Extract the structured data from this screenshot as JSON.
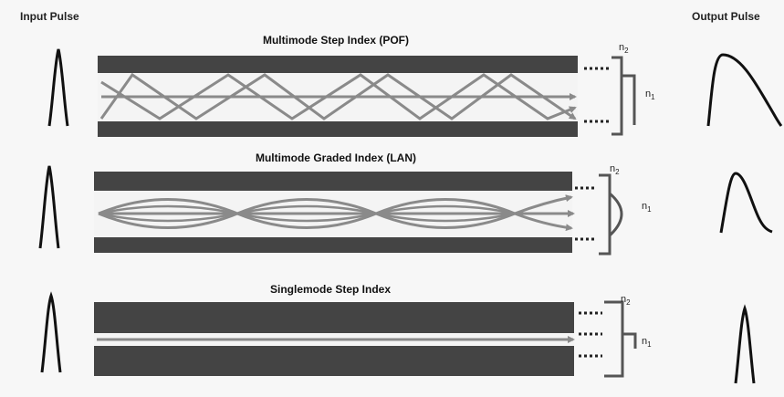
{
  "header": {
    "input_pulse": "Input Pulse",
    "output_pulse": "Output Pulse"
  },
  "panels": [
    {
      "title": "Multimode Step Index (POF)",
      "n2": "n",
      "n2_sub": "2",
      "n1": "n",
      "n1_sub": "1"
    },
    {
      "title": "Multimode Graded Index (LAN)",
      "n2": "n",
      "n2_sub": "2",
      "n1": "n",
      "n1_sub": "1"
    },
    {
      "title": "Singlemode Step Index",
      "n2": "n",
      "n2_sub": "2",
      "n1": "n",
      "n1_sub": "1"
    }
  ],
  "colors": {
    "cladding": "#444444",
    "ray": "#8a8a8a",
    "pulse": "#111111",
    "bracket": "#555555"
  }
}
